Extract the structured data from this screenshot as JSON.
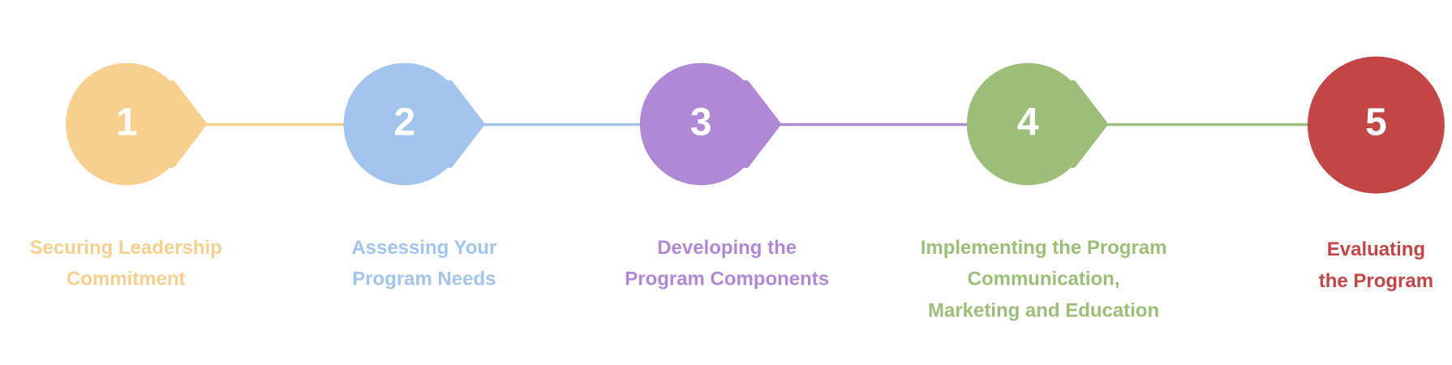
{
  "steps": [
    {
      "number": "1",
      "color": "#F7D08F",
      "lines": [
        "Securing Leadership",
        "Commitment"
      ]
    },
    {
      "number": "2",
      "color": "#A3C4EC",
      "lines": [
        "Assessing Your",
        "Program Needs"
      ]
    },
    {
      "number": "3",
      "color": "#B089D6",
      "lines": [
        "Developing the",
        "Program Components"
      ]
    },
    {
      "number": "4",
      "color": "#9DBE78",
      "lines": [
        "Implementing the Program",
        "Communication,",
        "Marketing and Education"
      ]
    },
    {
      "number": "5",
      "color": "#C44545",
      "lines": [
        "Evaluating",
        "the Program"
      ]
    }
  ]
}
